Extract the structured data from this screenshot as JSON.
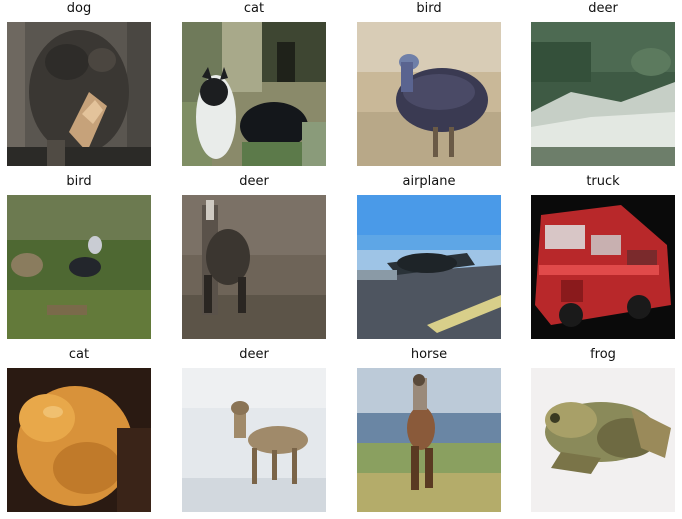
{
  "grid": {
    "tiles": [
      {
        "label": "dog"
      },
      {
        "label": "cat"
      },
      {
        "label": "bird"
      },
      {
        "label": "deer"
      },
      {
        "label": "bird"
      },
      {
        "label": "deer"
      },
      {
        "label": "airplane"
      },
      {
        "label": "truck"
      },
      {
        "label": "cat"
      },
      {
        "label": "deer"
      },
      {
        "label": "horse"
      },
      {
        "label": "frog"
      }
    ]
  }
}
